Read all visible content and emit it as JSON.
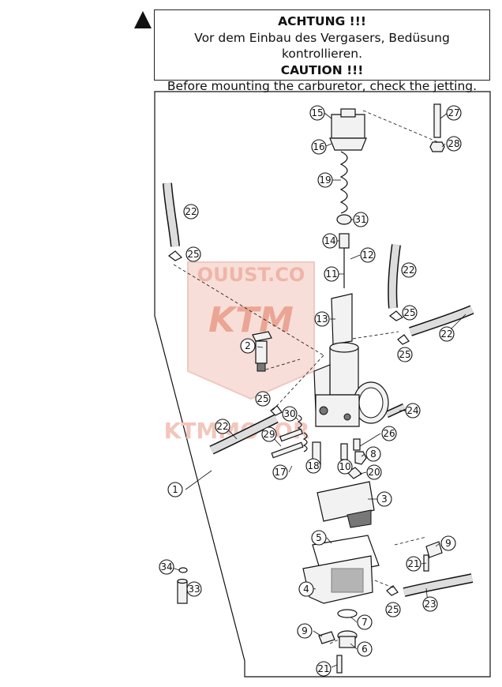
{
  "warning": {
    "symbol": "▲",
    "heading_de": "ACHTUNG !!!",
    "text_de": "Vor dem Einbau des Vergasers, Bedüsung kontrollieren.",
    "heading_en": "CAUTION !!!",
    "text_en": "Before mounting the carburetor, check the jetting."
  },
  "watermark": {
    "site_top": "OUUST.CO",
    "logo": "KTM",
    "site_bottom": "KTMMOTOR"
  },
  "callouts": {
    "c1": "1",
    "c2": "2",
    "c3": "3",
    "c4": "4",
    "c5": "5",
    "c6": "6",
    "c7": "7",
    "c8": "8",
    "c9a": "9",
    "c9b": "9",
    "c10": "10",
    "c11": "11",
    "c12": "12",
    "c13": "13",
    "c14": "14",
    "c15": "15",
    "c16": "16",
    "c17": "17",
    "c18": "18",
    "c19": "19",
    "c20": "20",
    "c21a": "21",
    "c21b": "21",
    "c22a": "22",
    "c22b": "22",
    "c22c": "22",
    "c22d": "22",
    "c23": "23",
    "c24": "24",
    "c25a": "25",
    "c25b": "25",
    "c25c": "25",
    "c25d": "25",
    "c25e": "25",
    "c26": "26",
    "c27": "27",
    "c28": "28",
    "c29": "29",
    "c30": "30",
    "c31": "31",
    "c33": "33",
    "c34": "34"
  }
}
